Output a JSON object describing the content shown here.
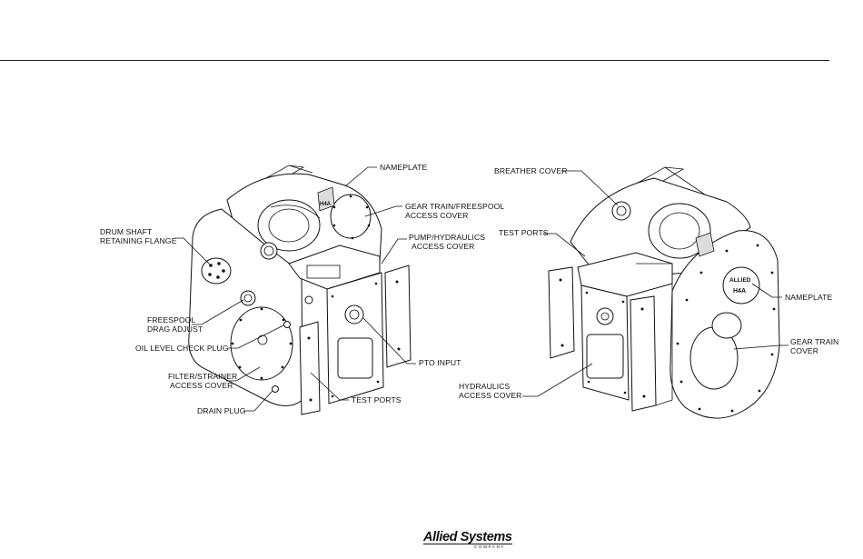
{
  "left_view": {
    "labels": {
      "nameplate": "NAMEPLATE",
      "gear_train_freespool_l1": "GEAR TRAIN/FREESPOOL",
      "gear_train_freespool_l2": "ACCESS COVER",
      "pump_hydraulics_l1": "PUMP/HYDRAULICS",
      "pump_hydraulics_l2": "ACCESS COVER",
      "drum_shaft_l1": "DRUM SHAFT",
      "drum_shaft_l2": "RETAINING FLANGE",
      "freespool_l1": "FREESPOOL",
      "freespool_l2": "DRAG ADJUST",
      "oil_level": "OIL LEVEL CHECK PLUG",
      "filter_l1": "FILTER/STRAINER",
      "filter_l2": "ACCESS COVER",
      "drain_plug": "DRAIN PLUG",
      "test_ports": "TEST PORTS",
      "pto_input": "PTO INPUT"
    },
    "nameplate_marking": "H4A"
  },
  "right_view": {
    "labels": {
      "breather_cover": "BREATHER COVER",
      "test_ports": "TEST PORTS",
      "nameplate": "NAMEPLATE",
      "gear_train_l1": "GEAR TRAIN",
      "gear_train_l2": "COVER",
      "hydraulics_l1": "HYDRAULICS",
      "hydraulics_l2": "ACCESS COVER"
    },
    "nameplate_marking_1": "ALLIED",
    "nameplate_marking_2": "H4A"
  },
  "footer": {
    "logo_text": "Allied Systems",
    "logo_subtext": "COMPANY"
  }
}
